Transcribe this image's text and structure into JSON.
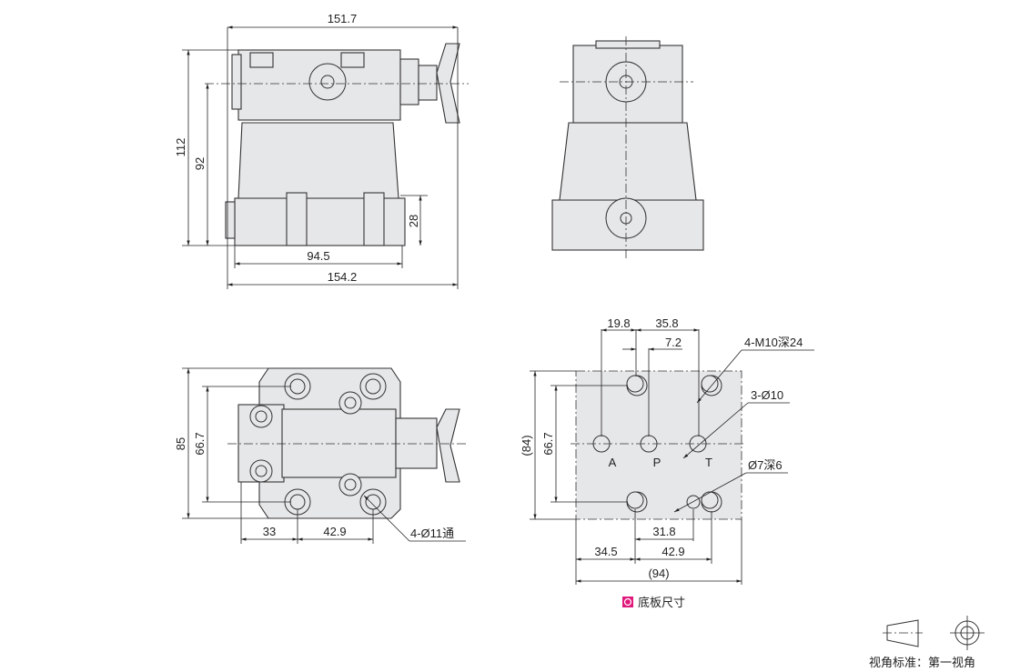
{
  "side_view": {
    "width_top": "151.7",
    "height_total": "112",
    "height_center": "92",
    "base_height": "28",
    "base_holes": "94.5",
    "width_total": "154.2"
  },
  "top_view": {
    "depth": "85",
    "hole_pitch_v": "66.7",
    "dim_33": "33",
    "dim_42_9": "42.9",
    "holes_note": "4-Ø11通"
  },
  "base_plate": {
    "dim_19_8": "19.8",
    "dim_35_8": "35.8",
    "dim_7_2": "7.2",
    "thread_note": "4-M10深24",
    "port_note": "3-Ø10",
    "pin_note": "Ø7深6",
    "height_ref": "(84)",
    "hole_pitch_v": "66.7",
    "port_a": "A",
    "port_p": "P",
    "port_t": "T",
    "dim_31_8": "31.8",
    "dim_34_5": "34.5",
    "dim_42_9": "42.9",
    "width_ref": "(94)",
    "caption": "底板尺寸",
    "caption_marker_color": "#e0197d"
  },
  "projection": {
    "label": "视角标准：第一视角"
  }
}
